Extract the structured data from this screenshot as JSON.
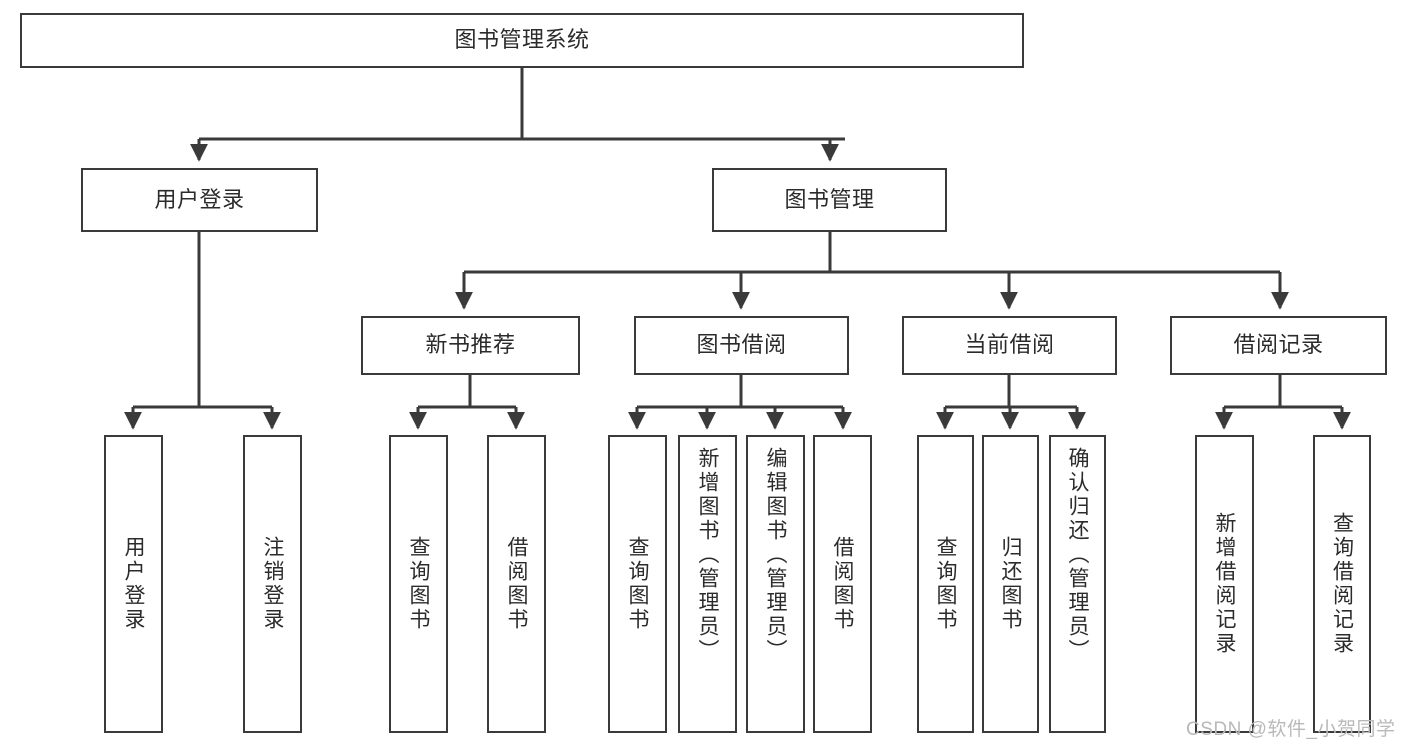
{
  "diagram": {
    "title": "图书管理系统",
    "type": "hierarchy-tree",
    "root": {
      "label": "图书管理系统"
    },
    "level2": [
      {
        "label": "用户登录"
      },
      {
        "label": "图书管理"
      }
    ],
    "level3": [
      {
        "label": "新书推荐"
      },
      {
        "label": "图书借阅"
      },
      {
        "label": "当前借阅"
      },
      {
        "label": "借阅记录"
      }
    ],
    "leaves": {
      "user_login": [
        {
          "label": "用户登录"
        },
        {
          "label": "注销登录"
        }
      ],
      "new_book_recommend": [
        {
          "label": "查询图书"
        },
        {
          "label": "借阅图书"
        }
      ],
      "book_borrow": [
        {
          "label": "查询图书"
        },
        {
          "label": "新增图书（管理员）"
        },
        {
          "label": "编辑图书（管理员）"
        },
        {
          "label": "借阅图书"
        }
      ],
      "current_borrow": [
        {
          "label": "查询图书"
        },
        {
          "label": "归还图书"
        },
        {
          "label": "确认归还（管理员）"
        }
      ],
      "borrow_record": [
        {
          "label": "新增借阅记录"
        },
        {
          "label": "查询借阅记录"
        }
      ]
    }
  },
  "watermark": {
    "text": "CSDN @软件_小贺同学"
  },
  "colors": {
    "border": "#3a3a3a",
    "text": "#2b2b2b",
    "background": "#ffffff",
    "watermark": "#b9b9b9"
  }
}
